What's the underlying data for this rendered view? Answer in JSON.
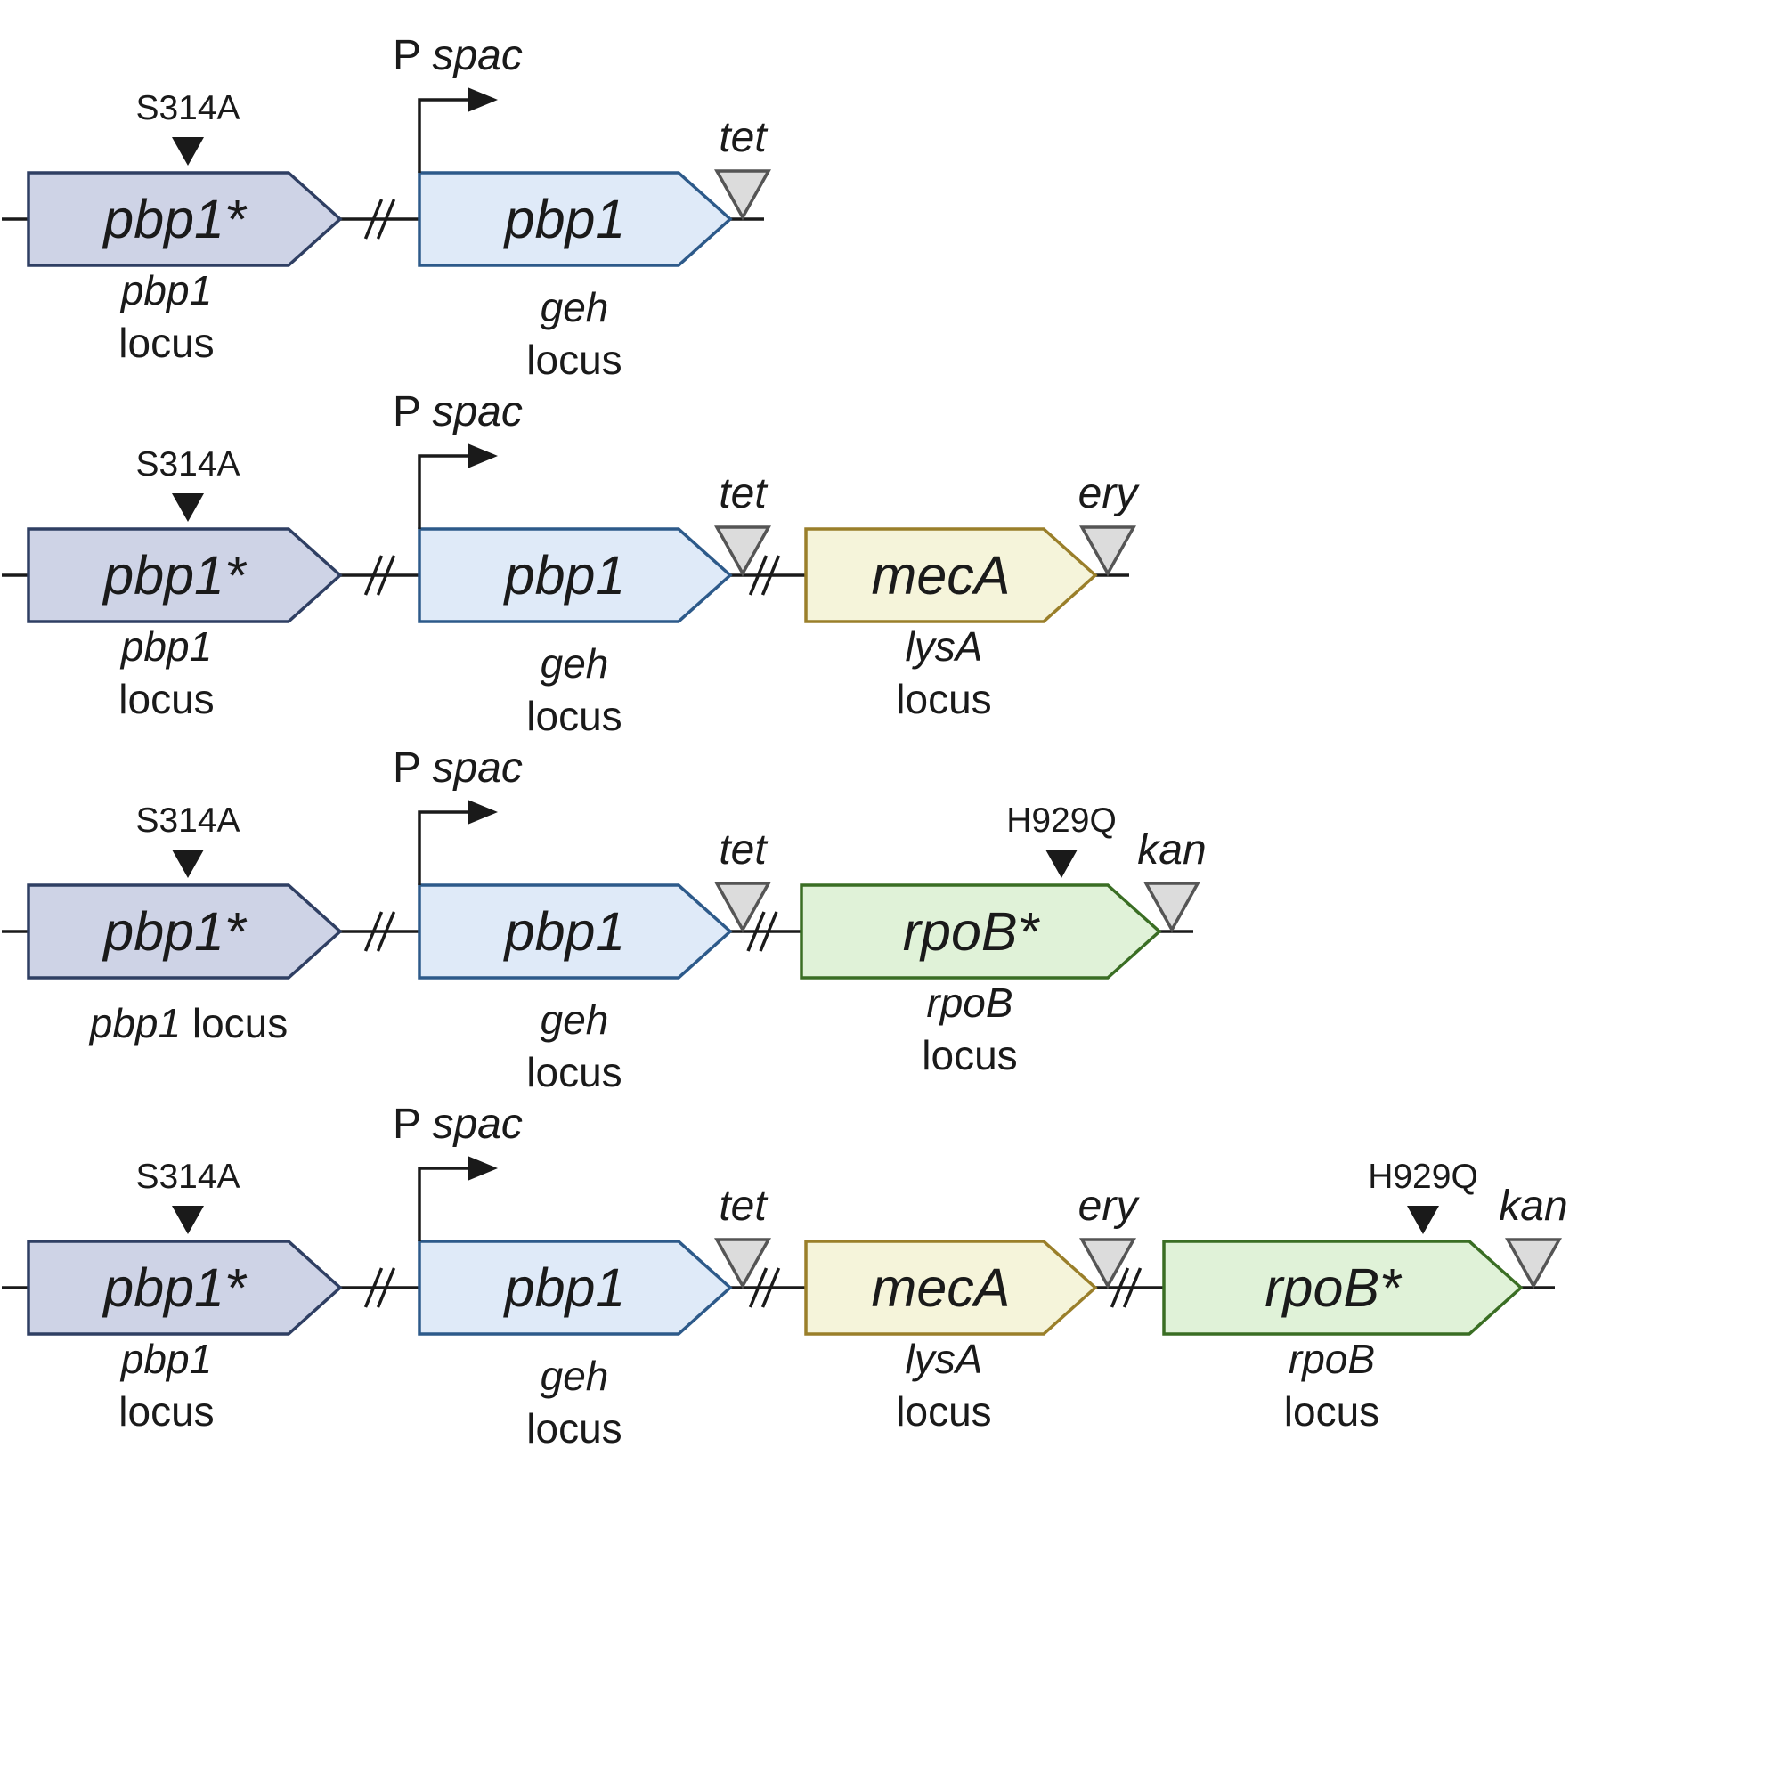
{
  "colors": {
    "pbp1_star": {
      "fill": "#ced3e6",
      "stroke": "#2f3f63"
    },
    "pbp1": {
      "fill": "#dfeaf8",
      "stroke": "#2d5a8a"
    },
    "mecA": {
      "fill": "#f5f4da",
      "stroke": "#9a7f2a"
    },
    "rpoB_star": {
      "fill": "#e0f2d8",
      "stroke": "#3a6e24"
    },
    "marker": "#dcdcdc",
    "line": "#1a1a1a"
  },
  "promoter": {
    "p": "P",
    "name": "spac"
  },
  "rows": [
    {
      "id": "row1",
      "genes": [
        {
          "name": "pbp1*",
          "color": "pbp1_star",
          "mutation": "S314A",
          "locus_name": "pbp1",
          "locus_word": "locus"
        },
        {
          "name": "pbp1",
          "color": "pbp1",
          "promoter": true,
          "marker": "tet",
          "locus_name": "geh",
          "locus_word": "locus"
        }
      ]
    },
    {
      "id": "row2",
      "genes": [
        {
          "name": "pbp1*",
          "color": "pbp1_star",
          "mutation": "S314A",
          "locus_name": "pbp1",
          "locus_word": "locus"
        },
        {
          "name": "pbp1",
          "color": "pbp1",
          "promoter": true,
          "marker": "tet",
          "locus_name": "geh",
          "locus_word": "locus"
        },
        {
          "name": "mecA",
          "color": "mecA",
          "marker": "ery",
          "locus_name": "lysA",
          "locus_word": "locus"
        }
      ]
    },
    {
      "id": "row3",
      "genes": [
        {
          "name": "pbp1*",
          "color": "pbp1_star",
          "mutation": "S314A",
          "locus_name": "pbp1",
          "locus_word": "locus",
          "inline_locus": true
        },
        {
          "name": "pbp1",
          "color": "pbp1",
          "promoter": true,
          "marker": "tet",
          "locus_name": "geh",
          "locus_word": "locus"
        },
        {
          "name": "rpoB*",
          "color": "rpoB_star",
          "mutation": "H929Q",
          "marker": "kan",
          "locus_name": "rpoB",
          "locus_word": "locus"
        }
      ]
    },
    {
      "id": "row4",
      "genes": [
        {
          "name": "pbp1*",
          "color": "pbp1_star",
          "mutation": "S314A",
          "locus_name": "pbp1",
          "locus_word": "locus"
        },
        {
          "name": "pbp1",
          "color": "pbp1",
          "promoter": true,
          "marker": "tet",
          "locus_name": "geh",
          "locus_word": "locus"
        },
        {
          "name": "mecA",
          "color": "mecA",
          "marker": "ery",
          "locus_name": "lysA",
          "locus_word": "locus"
        },
        {
          "name": "rpoB*",
          "color": "rpoB_star",
          "mutation": "H929Q",
          "marker": "kan",
          "locus_name": "rpoB",
          "locus_word": "locus"
        }
      ]
    }
  ]
}
